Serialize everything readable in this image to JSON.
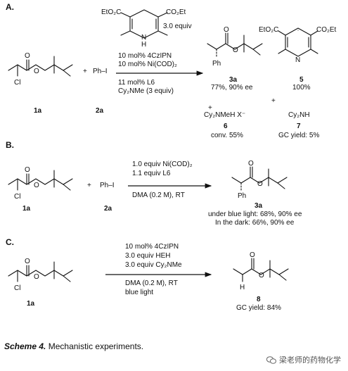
{
  "panel_a": {
    "label": "A.",
    "reagent_top": "3.0 equiv",
    "ester_left": "EtO₂C",
    "ester_right": "CO₂Et",
    "nh": "H",
    "n_label": "N",
    "conditions": [
      "10 mol% 4CzIPN",
      "10 mol% Ni(COD)₂",
      "11 mol% L6",
      "Cy₂NMe (3 equiv)"
    ],
    "cmpd_1a": "1a",
    "cmpd_2a": "2a",
    "plus": "+",
    "phi": "Ph–I",
    "cl": "Cl",
    "o": "O",
    "ph": "Ph",
    "prod_3a": "3a",
    "prod_3a_yield": "77%, 90% ee",
    "prod_5": "5",
    "prod_5_yield": "100%",
    "prod_5_ester_left": "EtO₂C",
    "prod_5_ester_right": "CO₂Et",
    "plus2": "+",
    "prod_6_formula": "Cy₂NMeH  X⁻",
    "prod_6_plus": "+",
    "prod_6": "6",
    "prod_6_yield": "conv. 55%",
    "prod_7_formula": "Cy₂NH",
    "prod_7": "7",
    "prod_7_yield": "GC yield: 5%"
  },
  "panel_b": {
    "label": "B.",
    "conditions_top": [
      "1.0 equiv Ni(COD)₂",
      "1.1 equiv L6"
    ],
    "conditions_bottom": "DMA (0.2 M), RT",
    "cmpd_1a": "1a",
    "cmpd_2a": "2a",
    "plus": "+",
    "phi": "Ph–I",
    "cl": "Cl",
    "o": "O",
    "ph": "Ph",
    "prod_3a": "3a",
    "result_1": "under blue light: 68%, 90% ee",
    "result_2": "In the dark: 66%, 90% ee"
  },
  "panel_c": {
    "label": "C.",
    "conditions_top": [
      "10 mol% 4CzIPN",
      "3.0 equiv HEH",
      "3.0 equiv Cy₂NMe"
    ],
    "conditions_bottom": [
      "DMA (0.2 M), RT",
      "blue light"
    ],
    "cmpd_1a": "1a",
    "cl": "Cl",
    "o": "O",
    "h": "H",
    "prod_8": "8",
    "prod_8_yield": "GC yield: 84%"
  },
  "caption": {
    "label": "Scheme 4.",
    "text": "Mechanistic experiments."
  },
  "watermark": {
    "text": "梁老师的药物化学"
  }
}
